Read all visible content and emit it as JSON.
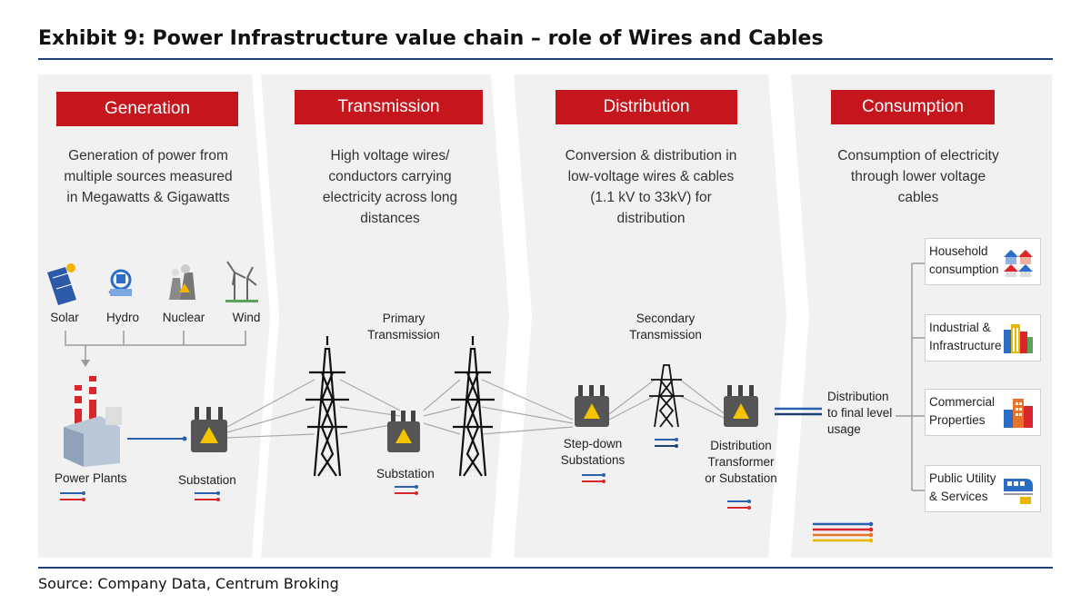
{
  "header": {
    "title": "Exhibit 9: Power Infrastructure value chain – role of Wires and Cables"
  },
  "stages": [
    {
      "label": "Generation",
      "description": "Generation of power from\nmultiple sources measured\nin Megawatts & Gigawatts"
    },
    {
      "label": "Transmission",
      "description": "High voltage wires/\nconductors carrying\nelectricity across long\ndistances"
    },
    {
      "label": "Distribution",
      "description": "Conversion & distribution in\nlow-voltage wires & cables\n(1.1 kV to 33kV) for\ndistribution"
    },
    {
      "label": "Consumption",
      "description": "Consumption of electricity\nthrough lower voltage\ncables"
    }
  ],
  "generation": {
    "sources": [
      "Solar",
      "Hydro",
      "Nuclear",
      "Wind"
    ],
    "power_plants": "Power Plants",
    "substation": "Substation"
  },
  "transmission": {
    "primary": "Primary\nTransmission",
    "substation": "Substation"
  },
  "distribution": {
    "secondary": "Secondary\nTransmission",
    "step_down": "Step-down\nSubstations",
    "transformer": "Distribution\nTransformer\nor Substation"
  },
  "consumption": {
    "final_usage": "Distribution\nto final level\nusage",
    "categories": [
      {
        "label": "Household\nconsumption",
        "icon": "houses-icon"
      },
      {
        "label": "Industrial &\nInfrastructure",
        "icon": "industry-icon"
      },
      {
        "label": "Commercial\nProperties",
        "icon": "buildings-icon"
      },
      {
        "label": "Public Utility\n& Services",
        "icon": "train-icon"
      }
    ]
  },
  "colors": {
    "stage_red": "#c4161c",
    "rule_blue": "#1f3f73",
    "wire_blue": "#2b5fb0",
    "wire_red": "#d8262b",
    "wire_orange": "#e8732a",
    "wire_yellow": "#e6b800"
  },
  "footer": {
    "source": "Source: Company Data, Centrum Broking"
  }
}
